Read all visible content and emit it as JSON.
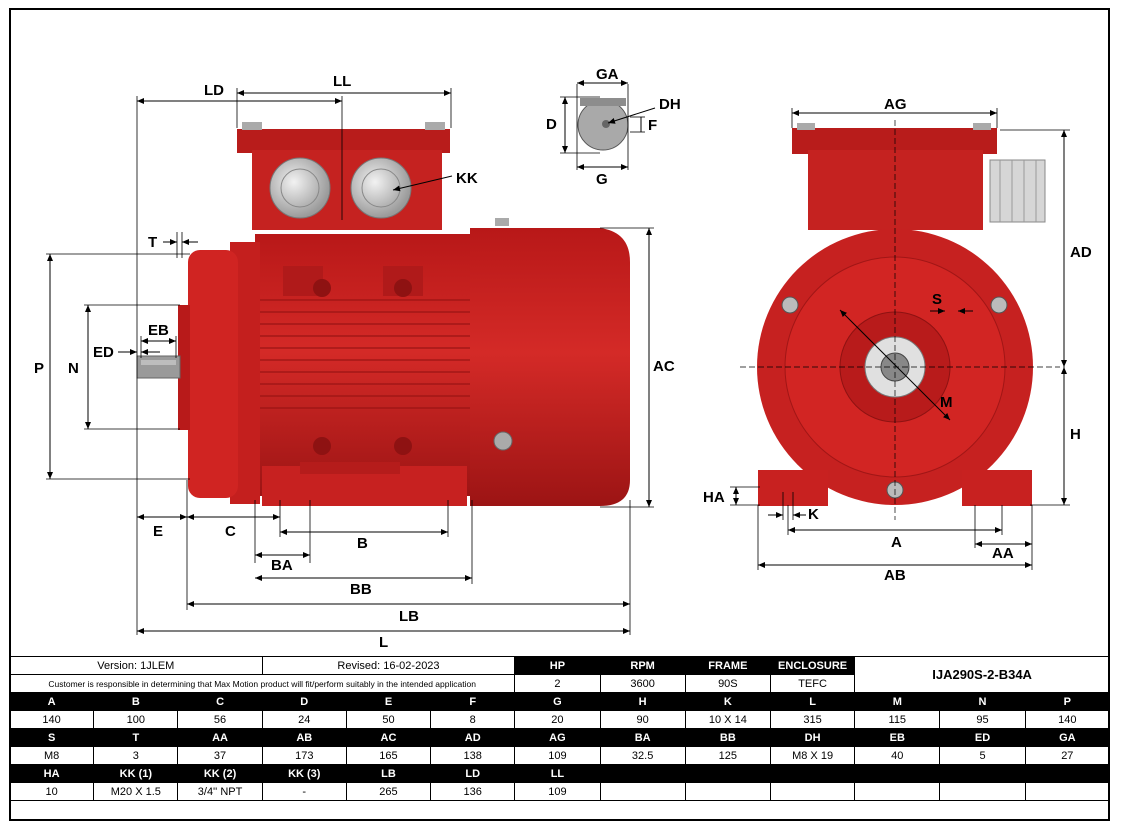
{
  "dims": {
    "LD": "LD",
    "LL": "LL",
    "GA": "GA",
    "DH": "DH",
    "D": "D",
    "F": "F",
    "G": "G",
    "AG": "AG",
    "AD": "AD",
    "KK": "KK",
    "T": "T",
    "P": "P",
    "N": "N",
    "EB": "EB",
    "ED": "ED",
    "AC": "AC",
    "S": "S",
    "M": "M",
    "H": "H",
    "HA": "HA",
    "K": "K",
    "A": "A",
    "AA": "AA",
    "AB": "AB",
    "E": "E",
    "C": "C",
    "B": "B",
    "BA": "BA",
    "BB": "BB",
    "LB": "LB",
    "L": "L"
  },
  "info": {
    "version": "Version: 1JLEM",
    "revised": "Revised: 16-02-2023",
    "disclaimer": "Customer is responsible in determining that Max Motion product will fit/perform suitably in the intended application",
    "model": "IJA290S-2-B34A",
    "hp_label": "HP",
    "rpm_label": "RPM",
    "frame_label": "FRAME",
    "enclosure_label": "ENCLOSURE",
    "hp": "2",
    "rpm": "3600",
    "frame": "90S",
    "enclosure": "TEFC"
  },
  "table": {
    "row1_h": [
      "A",
      "B",
      "C",
      "D",
      "E",
      "F",
      "G",
      "H",
      "K",
      "L",
      "M",
      "N",
      "P"
    ],
    "row1_v": [
      "140",
      "100",
      "56",
      "24",
      "50",
      "8",
      "20",
      "90",
      "10 X 14",
      "315",
      "115",
      "95",
      "140"
    ],
    "row2_h": [
      "S",
      "T",
      "AA",
      "AB",
      "AC",
      "AD",
      "AG",
      "BA",
      "BB",
      "DH",
      "EB",
      "ED",
      "GA"
    ],
    "row2_v": [
      "M8",
      "3",
      "37",
      "173",
      "165",
      "138",
      "109",
      "32.5",
      "125",
      "M8 X 19",
      "40",
      "5",
      "27"
    ],
    "row3_h": [
      "HA",
      "KK (1)",
      "KK (2)",
      "KK (3)",
      "LB",
      "LD",
      "LL"
    ],
    "row3_v": [
      "10",
      "M20 X 1.5",
      "3/4'' NPT",
      "-",
      "265",
      "136",
      "109"
    ]
  },
  "colors": {
    "motor_red": "#c8201f",
    "motor_dark": "#8e1212",
    "gland_gray": "#d9d9d9"
  }
}
